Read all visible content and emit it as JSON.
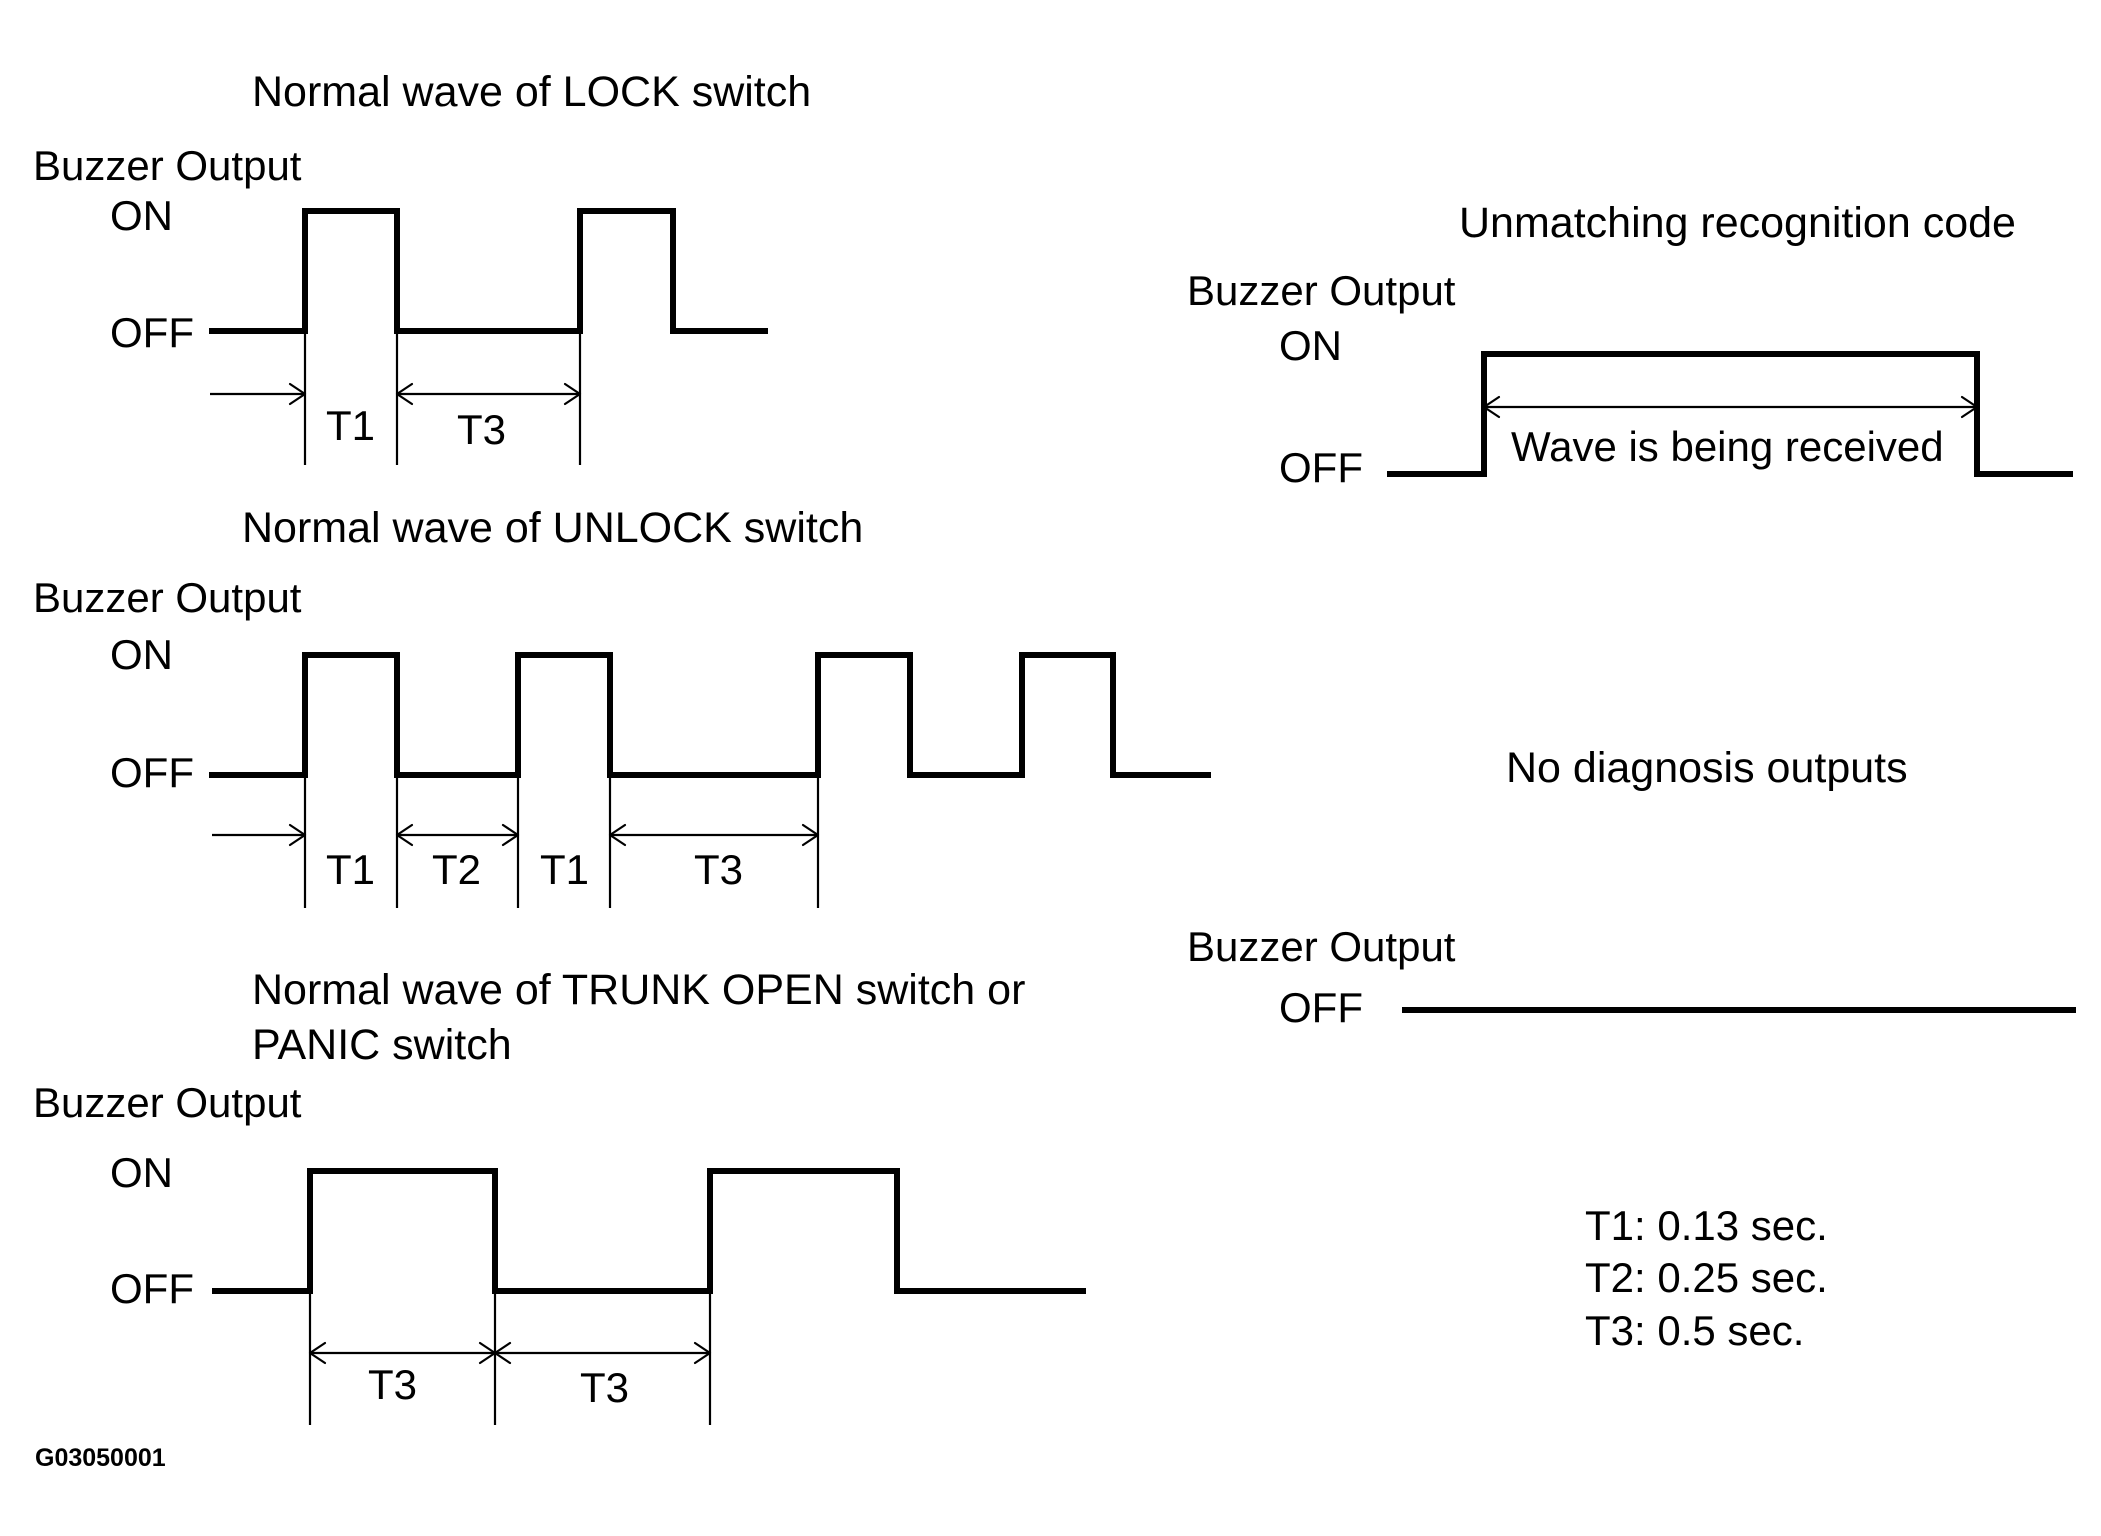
{
  "lock": {
    "title": "Normal wave of LOCK switch",
    "axis": "Buzzer Output",
    "on": "ON",
    "off": "OFF",
    "intervals": [
      "T1",
      "T3"
    ]
  },
  "unlock": {
    "title": "Normal wave of UNLOCK switch",
    "axis": "Buzzer Output",
    "on": "ON",
    "off": "OFF",
    "intervals": [
      "T1",
      "T2",
      "T1",
      "T3"
    ]
  },
  "trunk": {
    "title_line1": "Normal wave of TRUNK OPEN switch or",
    "title_line2": "PANIC switch",
    "axis": "Buzzer Output",
    "on": "ON",
    "off": "OFF",
    "intervals": [
      "T3",
      "T3"
    ]
  },
  "unmatch": {
    "title": "Unmatching recognition code",
    "axis": "Buzzer Output",
    "on": "ON",
    "off": "OFF",
    "span_label": "Wave is being received"
  },
  "nodiag": {
    "title": "No diagnosis outputs",
    "axis": "Buzzer Output",
    "off": "OFF"
  },
  "legend": [
    "T1: 0.13 sec.",
    "T2: 0.25 sec.",
    "T3: 0.5 sec."
  ],
  "code": "G03050001"
}
